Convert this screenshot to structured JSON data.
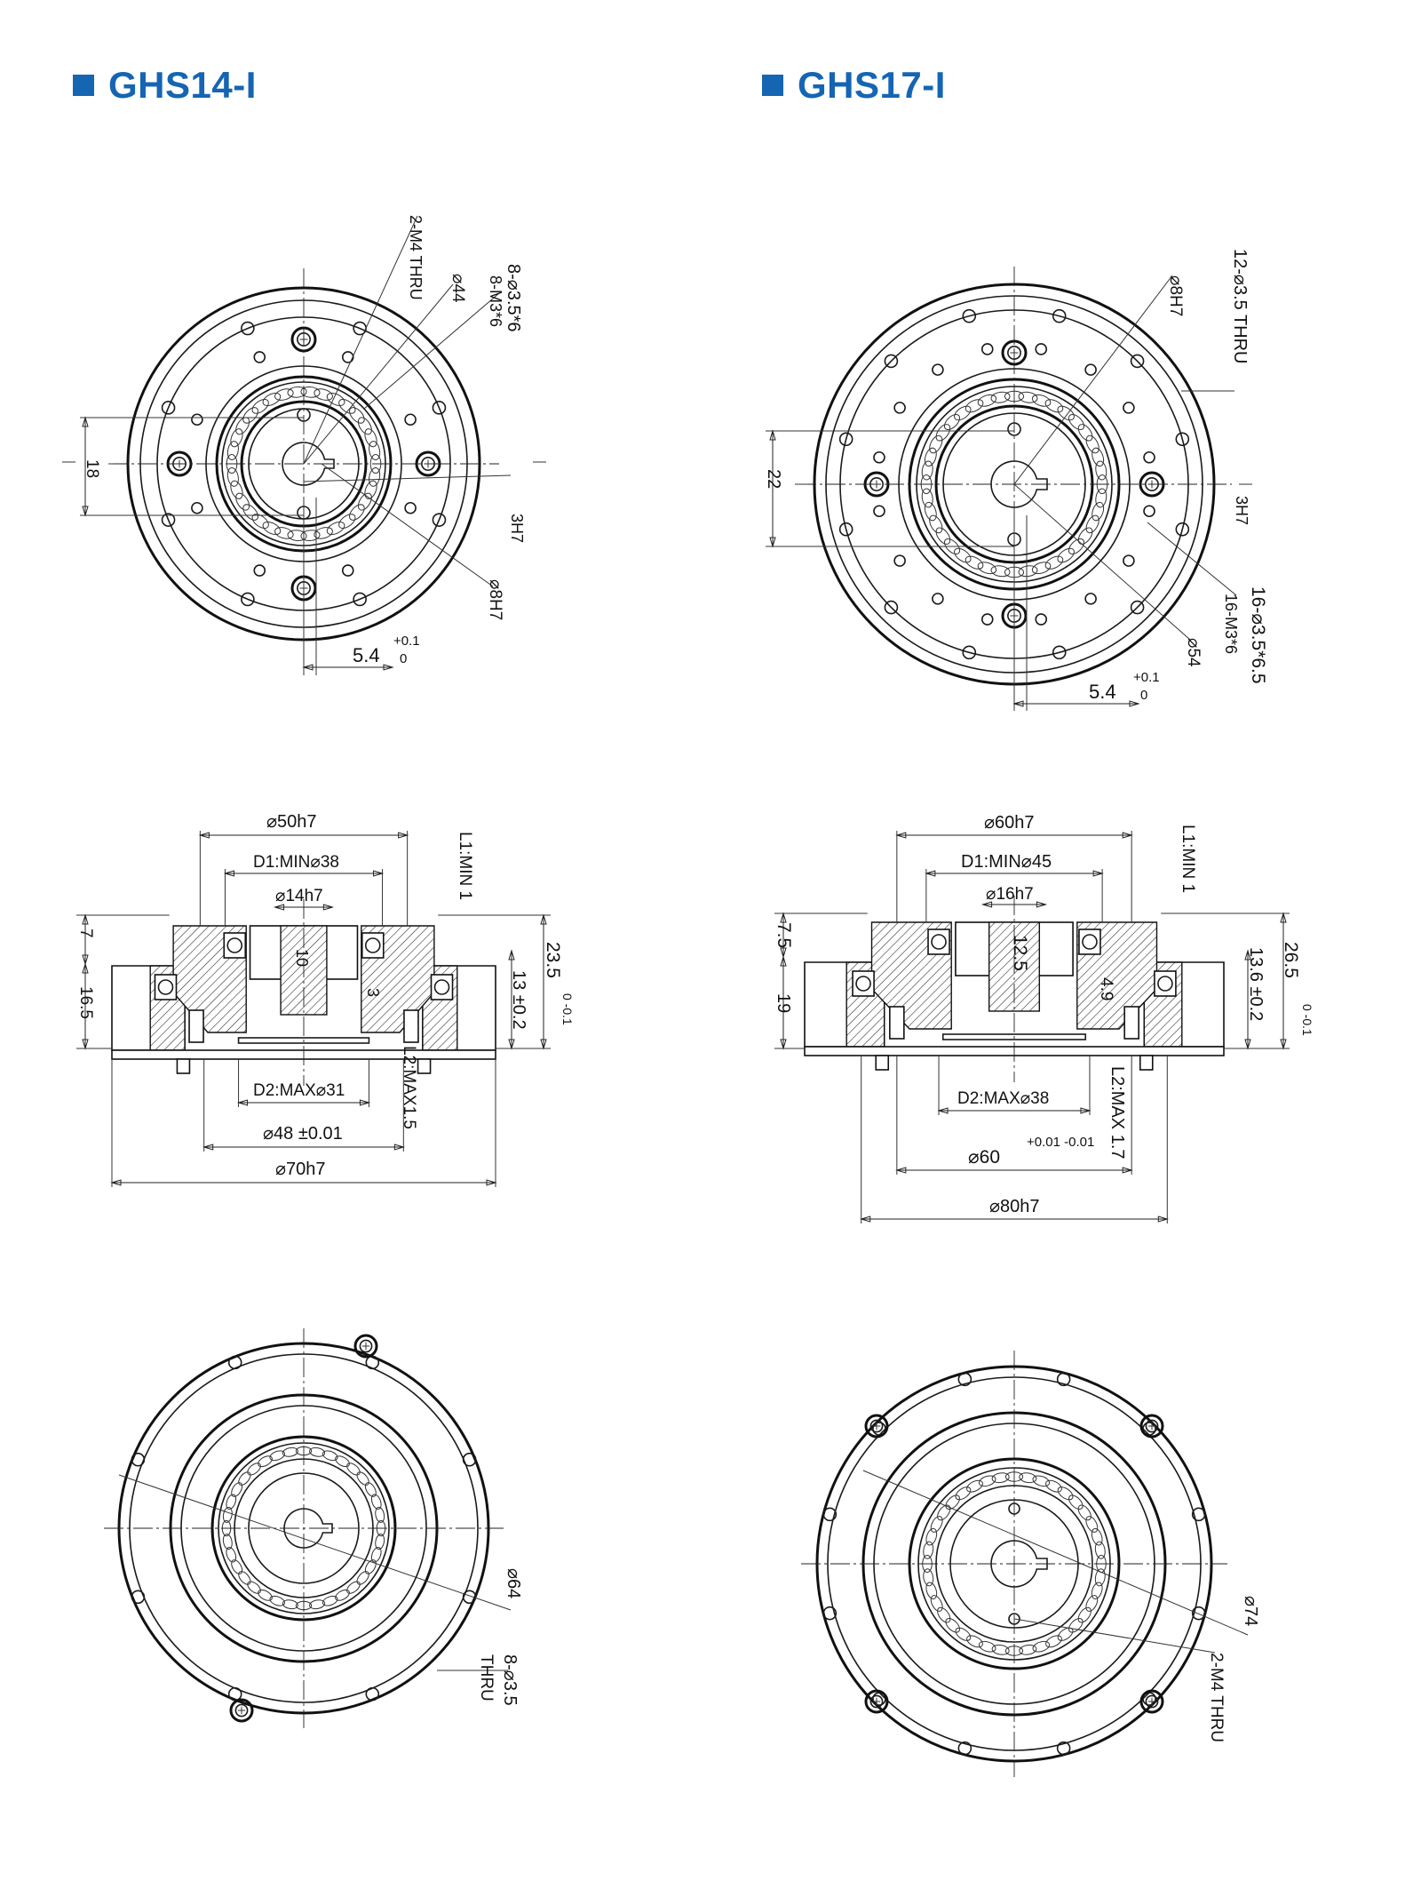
{
  "colors": {
    "accent": "#1565b3",
    "line": "#1a1a1a"
  },
  "models": [
    {
      "title": "GHS14-I",
      "front": {
        "labels": {
          "thru": "2-M4 THRU",
          "pcd": "⌀44",
          "holes": "8-⌀3.5*6",
          "tapped": "8-M3*6",
          "bore": "⌀8H7",
          "key": "3H7",
          "keyw": "5.4",
          "tol": "+0.1",
          "tol0": "0",
          "h": "18"
        }
      },
      "section": {
        "labels": {
          "d_top": "⌀50h7",
          "d1": "D1:MIN⌀38",
          "d_shaft": "⌀14h7",
          "l1": "L1:MIN 1",
          "h_a": "7",
          "h_b": "16.5",
          "h_c": "10",
          "h_d": "3",
          "h_tot": "23.5",
          "h_tot_tol": "0 -0.1",
          "h_e": "13 ±0.2",
          "d2": "D2:MAX⌀31",
          "l2": "L2:MAX1.5",
          "d_mid": "⌀48 ±0.01",
          "d_out": "⌀70h7"
        }
      },
      "back": {
        "labels": {
          "pcd": "⌀64",
          "holes": "8-⌀3.5",
          "thru": "THRU"
        }
      }
    },
    {
      "title": "GHS17-I",
      "front": {
        "labels": {
          "bore": "⌀8H7",
          "thru": "12-⌀3.5 THRU",
          "h": "22",
          "key": "3H7",
          "holes": "16-⌀3.5*6.5",
          "tapped": "16-M3*6",
          "pcd": "⌀54",
          "keyw": "5.4",
          "tol": "+0.1",
          "tol0": "0"
        }
      },
      "section": {
        "labels": {
          "d_top": "⌀60h7",
          "d1": "D1:MIN⌀45",
          "d_shaft": "⌀16h7",
          "l1": "L1:MIN 1",
          "h_a": "7.5",
          "h_b": "19",
          "h_c": "12.5",
          "h_d": "4.9",
          "h_tot": "26.5",
          "h_tot_tol": "0 -0.1",
          "h_e": "13.6 ±0.2",
          "d2": "D2:MAX⌀38",
          "l2": "L2:MAX 1.7",
          "d_mid": "⌀60",
          "d_mid_tol": "+0.01 -0.01",
          "d_out": "⌀80h7"
        }
      },
      "back": {
        "labels": {
          "pcd": "⌀74",
          "thru": "2-M4 THRU"
        }
      }
    }
  ]
}
